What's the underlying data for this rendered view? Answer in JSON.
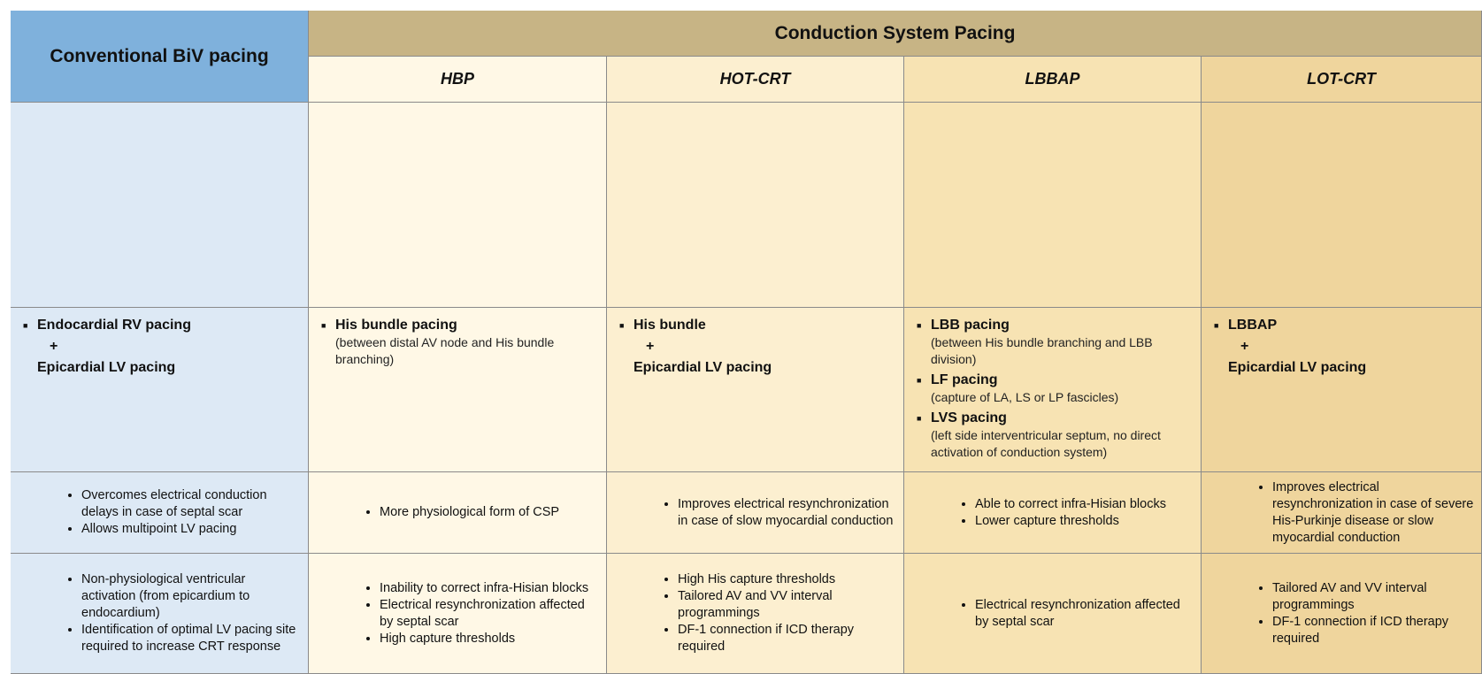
{
  "header": {
    "conventional": "Conventional BiV pacing",
    "csp": "Conduction System Pacing",
    "sub": [
      "HBP",
      "HOT-CRT",
      "LBBAP",
      "LOT-CRT"
    ]
  },
  "icons": {
    "pro": "thumbs-up-icon",
    "con": "thumbs-down-icon"
  },
  "colors": {
    "conv_header": "#7fb1dc",
    "csp_header": "#c7b485",
    "lead_blue": "#1a6fd6",
    "lead_red": "#e0212a",
    "electrode": "#f29a1f"
  },
  "columns": [
    {
      "desc": [
        {
          "main": "Endocardial RV pacing"
        },
        {
          "plus": "+"
        },
        {
          "sub2": "Epicardial LV pacing"
        }
      ],
      "pros": [
        "Overcomes electrical conduction delays in case of septal scar",
        "Allows multipoint LV pacing"
      ],
      "cons": [
        "Non-physiological ventricular activation (from epicardium to endocardium)",
        "Identification of optimal LV pacing site required to increase CRT response"
      ]
    },
    {
      "desc": [
        {
          "main": "His bundle pacing",
          "note": "(between distal AV node and His bundle branching)"
        }
      ],
      "pros": [
        "More physiological form of CSP"
      ],
      "cons": [
        "Inability to correct infra-Hisian blocks",
        "Electrical resynchronization affected by septal scar",
        "High capture thresholds"
      ]
    },
    {
      "desc": [
        {
          "main": "His bundle"
        },
        {
          "plus": "+"
        },
        {
          "sub2": "Epicardial LV pacing"
        }
      ],
      "pros": [
        "Improves electrical resynchronization in case of slow myocardial conduction"
      ],
      "cons": [
        "High His capture thresholds",
        "Tailored AV and VV interval programmings",
        "DF-1 connection if ICD therapy required"
      ]
    },
    {
      "desc": [
        {
          "main": "LBB pacing",
          "note": "(between His bundle branching and LBB division)"
        },
        {
          "main": "LF pacing",
          "note": "(capture of LA, LS or LP fascicles)"
        },
        {
          "main": "LVS pacing",
          "note": "(left side interventricular septum, no direct activation of conduction system)"
        }
      ],
      "pros": [
        "Able to correct infra-Hisian blocks",
        "Lower capture thresholds"
      ],
      "cons": [
        "Electrical resynchronization affected by septal scar"
      ]
    },
    {
      "desc": [
        {
          "main": "LBBAP"
        },
        {
          "plus": "+"
        },
        {
          "sub2": "Epicardial LV pacing"
        }
      ],
      "pros": [
        "Improves electrical resynchronization in case of severe His-Purkinje disease or slow myocardial conduction"
      ],
      "cons": [
        "Tailored AV and VV interval programmings",
        "DF-1 connection if ICD therapy required"
      ]
    }
  ]
}
